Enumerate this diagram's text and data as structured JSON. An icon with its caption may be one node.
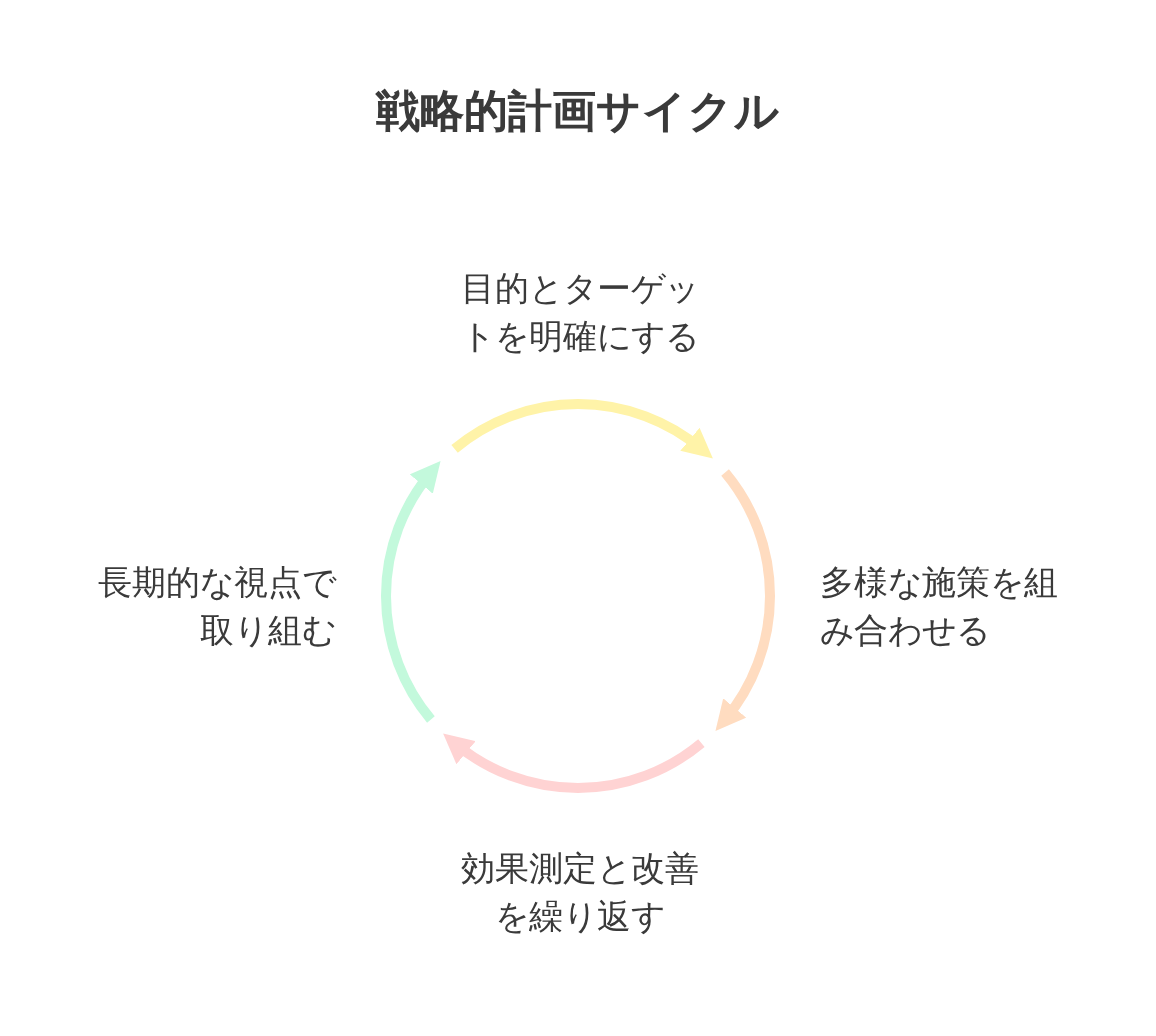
{
  "diagram": {
    "title": "戦略的計画サイクル",
    "nodes": [
      {
        "text": [
          "目的とターゲットを明確にする"
        ]
      },
      {
        "text": [
          "多様な施策を組み合わせる"
        ]
      },
      {
        "text": [
          "効果測定と改善を繰り返す"
        ]
      },
      {
        "text": [
          "長期的な視点で取り組む"
        ]
      }
    ]
  }
}
